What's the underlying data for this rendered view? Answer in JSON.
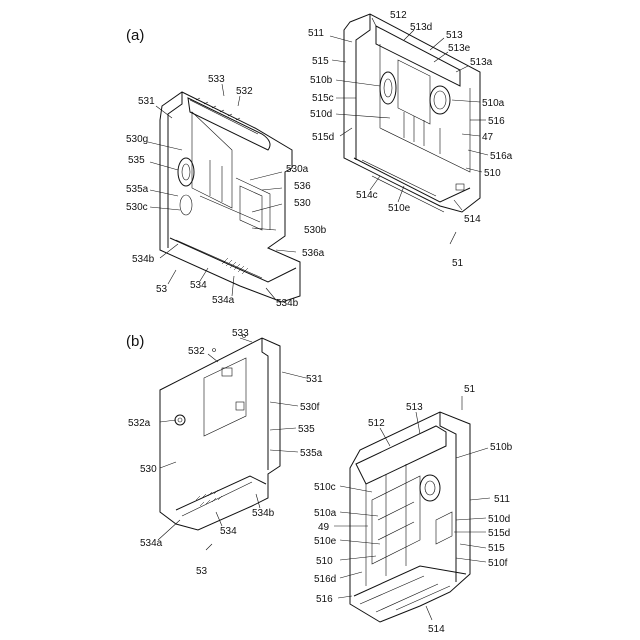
{
  "panels": {
    "a": {
      "label": "(a)"
    },
    "b": {
      "label": "(b)"
    }
  },
  "labels_a_left": {
    "l531": "531",
    "l533": "533",
    "l532": "532",
    "l530g": "530g",
    "l535": "535",
    "l535a": "535a",
    "l530c": "530c",
    "l530a": "530a",
    "l536": "536",
    "l530": "530",
    "l530b": "530b",
    "l536a": "536a",
    "l534b_1": "534b",
    "l53": "53",
    "l534": "534",
    "l534a": "534a",
    "l534b_2": "534b"
  },
  "labels_a_right": {
    "l511": "511",
    "l512": "512",
    "l513d": "513d",
    "l513": "513",
    "l515": "515",
    "l513e": "513e",
    "l513a": "513a",
    "l510b": "510b",
    "l515c": "515c",
    "l510a": "510a",
    "l510d": "510d",
    "l516": "516",
    "l47": "47",
    "l515d": "515d",
    "l516a": "516a",
    "l510": "510",
    "l514c": "514c",
    "l510e": "510e",
    "l514": "514",
    "l51": "51"
  },
  "labels_b_left": {
    "l533": "533",
    "l532": "532",
    "l531": "531",
    "l530f": "530f",
    "l532a": "532a",
    "l535": "535",
    "l535a": "535a",
    "l530": "530",
    "l534b": "534b",
    "l534": "534",
    "l534a": "534a",
    "l53": "53"
  },
  "labels_b_right": {
    "l51": "51",
    "l513": "513",
    "l512": "512",
    "l510b": "510b",
    "l510c": "510c",
    "l511": "511",
    "l510a": "510a",
    "l510d": "510d",
    "l49": "49",
    "l515d": "515d",
    "l510e": "510e",
    "l515": "515",
    "l510": "510",
    "l510f": "510f",
    "l516d": "516d",
    "l516": "516",
    "l514": "514"
  }
}
